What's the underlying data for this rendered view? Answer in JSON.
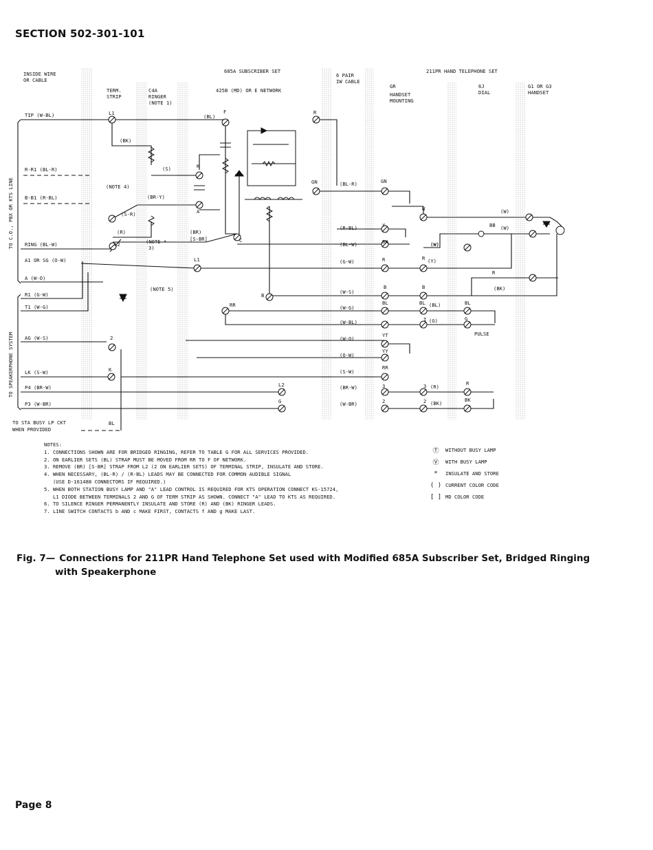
{
  "header": {
    "section": "SECTION 502-301-101"
  },
  "footer": {
    "page": "Page 8"
  },
  "caption": {
    "fig": "Fig. 7—",
    "line1": "Connections for 211PR Hand Telephone Set used with Modified 685A Subscriber Set, Bridged Ringing",
    "line2": "with Speakerphone"
  },
  "columns": {
    "inside_wire": [
      "INSIDE WIRE",
      "OR CABLE"
    ],
    "set_685a": "685A SUBSCRIBER SET",
    "term_strip": [
      "TERM.",
      "STRIP"
    ],
    "c4a": [
      "C4A",
      "RINGER",
      "(NOTE 1)"
    ],
    "network": "425B (MD) OR E NETWORK",
    "six_pair": [
      "6 PAIR",
      "IW CABLE"
    ],
    "set_211pr": "211PR HAND TELEPHONE SET",
    "gr": [
      "GR",
      "HANDSET",
      "MOUNTING"
    ],
    "dial": [
      "6J",
      "DIAL"
    ],
    "handset": [
      "G1 OR G3",
      "HANDSET"
    ]
  },
  "side_labels": {
    "top": "TO C.O., PBX OR KTS LINE",
    "bottom": "TO SPEAKERPHONE SYSTEM"
  },
  "leads_left": [
    "TIP (W-BL)",
    "R-R1 (BL-R)",
    "B-B1 (R-BL)",
    "RING (BL-W)",
    "A1 OR SG (O-W)",
    "A (W-O)",
    "R1 (G-W)",
    "T1 (W-G)",
    "AG (W-S)",
    "LK (S-W)",
    "P4 (BR-W)",
    "P3 (W-BR)"
  ],
  "busy_lamp": [
    "TO STA BUSY LP CKT",
    "WHEN PROVIDED"
  ],
  "terminal_labels": {
    "L1": "L1",
    "L2": "L2",
    "BK": "(BK)",
    "S": "(S)",
    "SR": "(S-R)",
    "R": "(R)",
    "BRY": "(BR-Y)",
    "BR": "(BR)",
    "SBR": "[S-BR]",
    "BL": "(BL)",
    "note4": "(NOTE 4)",
    "note3": "(NOTE *",
    "note3b": "3)",
    "note5": "(NOTE 5)",
    "K": "K",
    "A": "A",
    "C": "C",
    "F": "F",
    "R_net": "R",
    "GN": "GN",
    "B": "B",
    "RR": "RR",
    "n2": "2",
    "G": "G",
    "BL_bot": "BL",
    "PULSE": "PULSE"
  },
  "cable_leads": [
    "(BL-R)",
    "(R-BL)",
    "(BL-W)",
    "(G-W)",
    "(W-S)",
    "(W-G)",
    "(W-BL)",
    "(W-O)",
    "(O-W)",
    "(S-W)",
    "(BR-W)",
    "(W-BR)"
  ],
  "gr_terms": [
    "GN",
    "Y",
    "BK",
    "R",
    "B",
    "BL",
    "YT",
    "YY",
    "RR",
    "3",
    "2"
  ],
  "dial_terms": [
    "W",
    "R",
    "B",
    "BL",
    "I",
    "3",
    "2",
    "BB"
  ],
  "dial_leads": [
    "(W)",
    "(Y)",
    "(BL)",
    "(G)",
    "(R)",
    "(BK)",
    "(W)"
  ],
  "handset_terms": [
    "(W)",
    "(W)",
    "R",
    "(BK)",
    "BL",
    "G",
    "R",
    "BK"
  ],
  "notes": {
    "title": "NOTES:",
    "items": [
      "1. CONNECTIONS SHOWN ARE FOR BRIDGED RINGING, REFER TO TABLE G FOR ALL SERVICES PROVIDED.",
      "2. ON EARLIER SETS (BL) STRAP MUST BE MOVED FROM RR TO F OF NETWORK.",
      "3. REMOVE (BR) [S-BR] STRAP FROM L2 (2 ON EARLIER SETS) OF TERMINAL STRIP, INSULATE AND STORE.",
      "4. WHEN NECESSARY, (BL-R) / (R-BL) LEADS MAY BE CONNECTED FOR COMMON AUDIBLE SIGNAL",
      "   (USE D-161488 CONNECTORS IF REQUIRED.)",
      "5. WHEN BOTH STATION BUSY LAMP AND \"A\" LEAD CONTROL IS REQUIRED FOR KTS OPERATION CONNECT KS-15724,",
      "   L1 DIODE BETWEEN TERMINALS 2 AND G OF TERM STRIP AS SHOWN. CONNECT \"A\" LEAD TO KTS AS REQUIRED.",
      "6. TO SILENCE RINGER PERMANENTLY INSULATE AND STORE (R) AND (BK) RINGER LEADS.",
      "7. LINE SWITCH CONTACTS b AND c MAKE FIRST, CONTACTS f AND g MAKE LAST."
    ]
  },
  "legend": [
    {
      "symbol": "Ⓣ",
      "text": "WITHOUT BUSY LAMP"
    },
    {
      "symbol": "Ⓥ",
      "text": "WITH BUSY LAMP"
    },
    {
      "symbol": "*",
      "text": "INSULATE AND STORE"
    },
    {
      "symbol": "( )",
      "text": "CURRENT COLOR CODE"
    },
    {
      "symbol": "[ ]",
      "text": "MD COLOR CODE"
    }
  ]
}
